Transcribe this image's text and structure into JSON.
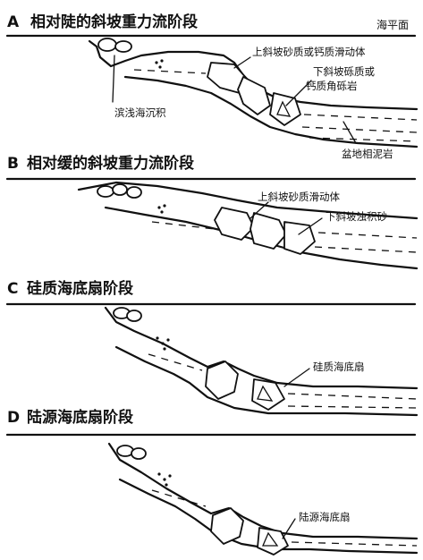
{
  "sea_level_label": "海平面",
  "panels": [
    {
      "letter": "A",
      "title": "相对陡的斜坡重力流阶段",
      "labels": [
        "上斜坡砂质或钙质滑动体",
        "下斜坡砾质或",
        "钙质角砾岩",
        "滨浅海沉积",
        "盆地相泥岩"
      ]
    },
    {
      "letter": "B",
      "title": "相对缓的斜坡重力流阶段",
      "labels": [
        "上斜坡砂质滑动体",
        "下斜坡浊积砂"
      ]
    },
    {
      "letter": "C",
      "title": "硅质海底扇阶段",
      "labels": [
        "硅质海底扇"
      ]
    },
    {
      "letter": "D",
      "title": "陆源海底扇阶段",
      "labels": [
        "陆源海底扇"
      ]
    }
  ]
}
